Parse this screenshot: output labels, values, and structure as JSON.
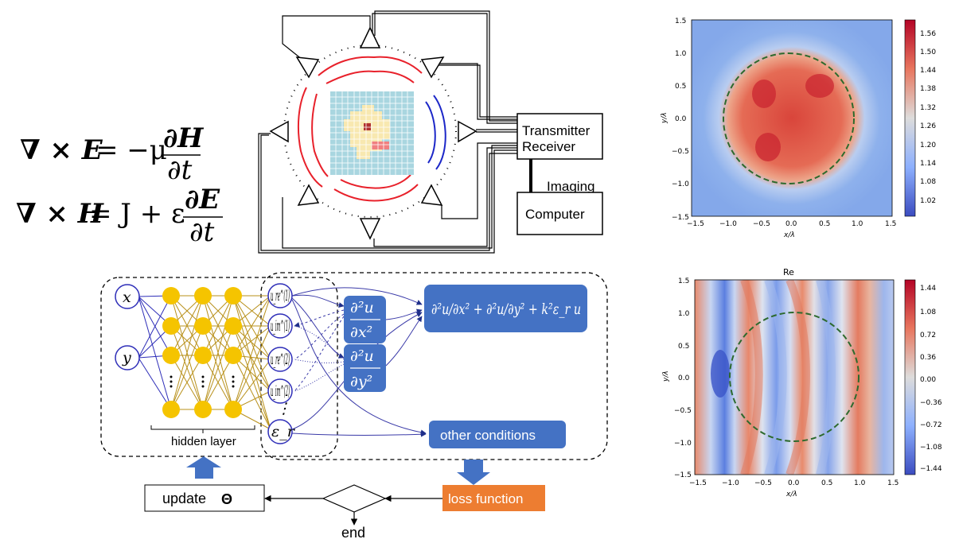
{
  "equations": {
    "faraday": {
      "lhs": "∇ × E",
      "rhs_sign": "= −μ",
      "num": "∂H",
      "den": "∂t"
    },
    "ampere": {
      "lhs": "∇ × H",
      "rhs_mid": "= J + ε",
      "num": "∂E",
      "den": "∂t"
    }
  },
  "imaging_system": {
    "transmitter_receiver": [
      "Transmitter",
      "Receiver"
    ],
    "imaging_label": "Imaging",
    "computer_label": "Computer",
    "grid_colors": {
      "background": "#a9d6e0",
      "object": "#f8e8b0",
      "center": "#b03030",
      "inclusion": "#f08080"
    }
  },
  "network": {
    "inputs": [
      "x",
      "y"
    ],
    "hidden_layer_label": "hidden layer",
    "outputs": [
      "u_re^(1)",
      "u_im^(1)",
      "u_re^(2)",
      "u_im^(2)",
      "⋮",
      "ε_r"
    ],
    "boxes": {
      "d2x": {
        "num": "∂²u",
        "den": "∂x²"
      },
      "d2y": {
        "num": "∂²u",
        "den": "∂y²"
      },
      "helmholtz": "∂²u/∂x² + ∂²u/∂y² + k²ε_r u",
      "other": "other conditions",
      "loss": "loss function",
      "update": "update",
      "theta": "Θ",
      "end": "end"
    },
    "colors": {
      "node": "#f5c400",
      "box": "#4472c4",
      "loss": "#ed7d31",
      "line": "#3a3a9a"
    }
  },
  "plots": [
    {
      "title": "",
      "xlabel": "x/λ",
      "ylabel": "y/λ",
      "xticks": [
        "−1.5",
        "−1.0",
        "−0.5",
        "0.0",
        "0.5",
        "1.0",
        "1.5"
      ],
      "yticks": [
        "1.5",
        "1.0",
        "0.5",
        "0.0",
        "−0.5",
        "−1.0",
        "−1.5"
      ],
      "colorbar": [
        "1.56",
        "1.50",
        "1.44",
        "1.38",
        "1.32",
        "1.26",
        "1.20",
        "1.14",
        "1.08",
        "1.02"
      ]
    },
    {
      "title": "Re",
      "xlabel": "x/λ",
      "ylabel": "y/λ",
      "xticks": [
        "−1.5",
        "−1.0",
        "−0.5",
        "0.0",
        "0.5",
        "1.0",
        "1.5"
      ],
      "yticks": [
        "1.5",
        "1.0",
        "0.5",
        "0.0",
        "−0.5",
        "−1.0",
        "−1.5"
      ],
      "colorbar": [
        "1.44",
        "1.08",
        "0.72",
        "0.36",
        "0.00",
        "−0.36",
        "−0.72",
        "−1.08",
        "−1.44"
      ]
    }
  ]
}
